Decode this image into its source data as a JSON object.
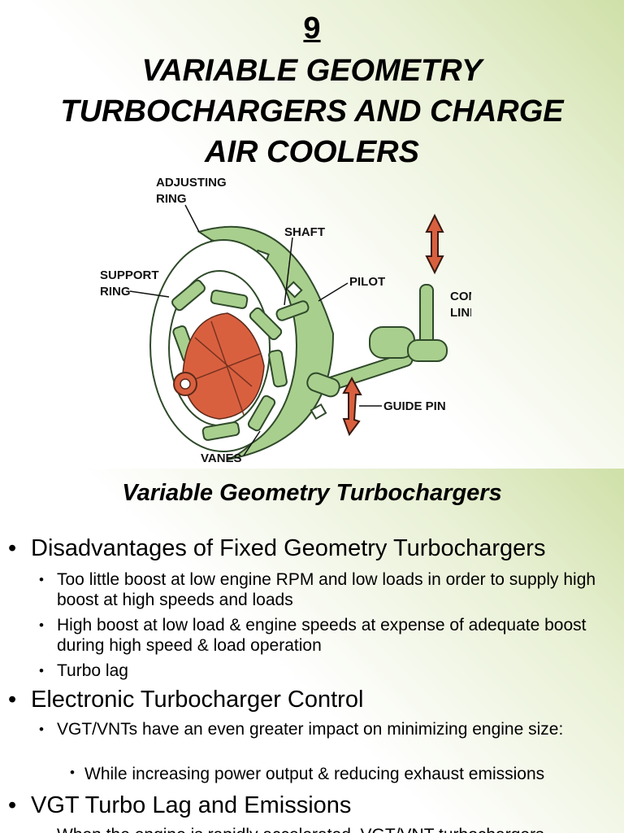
{
  "slide1": {
    "number": "9",
    "title_lines": [
      "VARIABLE GEOMETRY",
      "TURBOCHARGERS AND CHARGE",
      "AIR COOLERS"
    ],
    "labels": {
      "adjusting_ring": [
        "ADJUSTING",
        "RING"
      ],
      "shaft": "SHAFT",
      "support_ring": [
        "SUPPORT",
        "RING"
      ],
      "pilot": "PILOT",
      "control_linkage": [
        "CONTROL",
        "LINKAGE"
      ],
      "guide_pin": "GUIDE PIN",
      "vanes": "VANES"
    }
  },
  "slide2": {
    "title": "Variable Geometry Turbochargers",
    "b1": "Disadvantages of Fixed Geometry Turbochargers",
    "b1_sub1": "Too little boost at low engine RPM and low loads in order to supply high boost at high speeds and loads",
    "b1_sub2": "High boost at low load & engine speeds at expense of adequate boost during high speed & load operation",
    "b1_sub3": "Turbo lag",
    "b2": "Electronic Turbocharger Control",
    "b2_sub1": "VGT/VNTs have an even greater impact on minimizing engine size:",
    "b2_sub1_sub1": "While increasing power output & reducing exhaust emissions",
    "b3": "VGT Turbo Lag and Emissions",
    "b3_sub1": "When the engine is rapidly accelerated, VGT/VNT turbochargers"
  },
  "bullet_char": "•",
  "colors": {
    "green_part": "#a9cf8e",
    "green_outline": "#2f4a2a",
    "turbine_red": "#d9603f"
  }
}
